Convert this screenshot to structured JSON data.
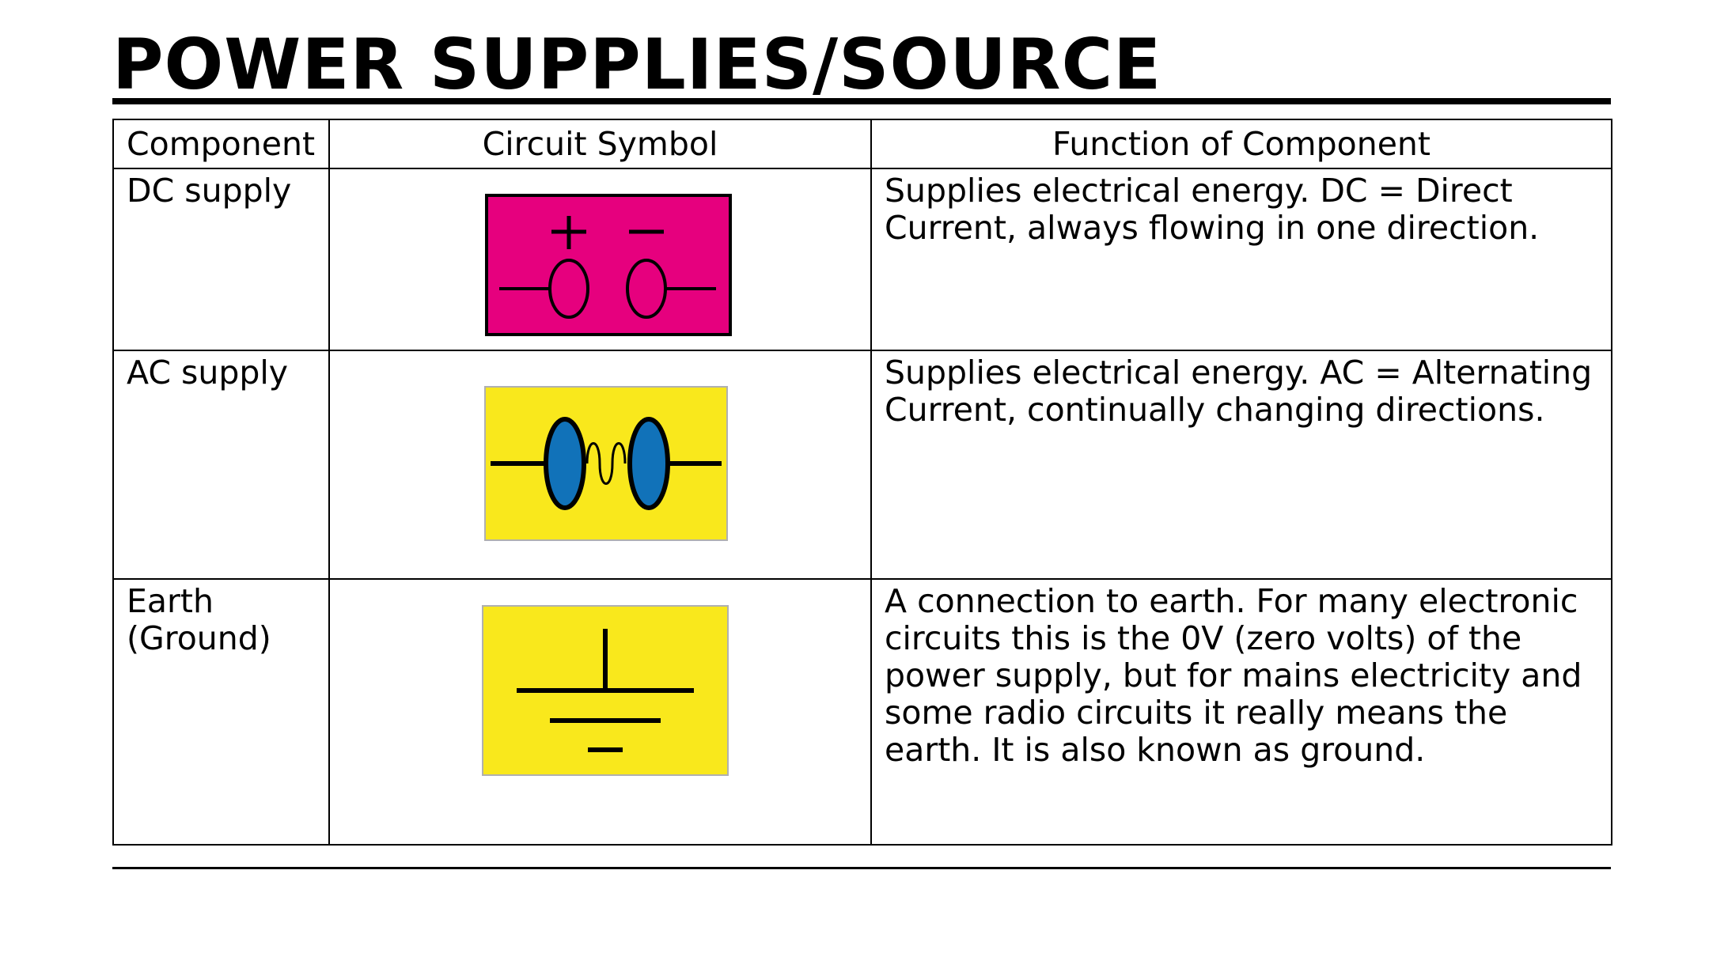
{
  "title": "POWER SUPPLIES/SOURCE",
  "table": {
    "headers": {
      "component": "Component",
      "symbol": "Circuit Symbol",
      "function": "Function of Component"
    },
    "rows": [
      {
        "component": "DC supply",
        "symbol_icon": "dc-supply-symbol-icon",
        "symbol_background": "#e6007e",
        "function": "Supplies electrical energy. DC = Direct Current, always flowing in one direction."
      },
      {
        "component": "AC supply",
        "symbol_icon": "ac-supply-symbol-icon",
        "symbol_background": "#f9e81c",
        "symbol_accent": "#1172b9",
        "function": "Supplies electrical energy. AC = Alternating Current, continually changing directions."
      },
      {
        "component": "Earth (Ground)",
        "symbol_icon": "earth-ground-symbol-icon",
        "symbol_background": "#f9e81c",
        "function": "A connection to earth. For many electronic circuits this is the 0V (zero volts) of the power supply, but for mains electricity and some radio circuits it really means the earth. It is also known as ground."
      }
    ]
  }
}
